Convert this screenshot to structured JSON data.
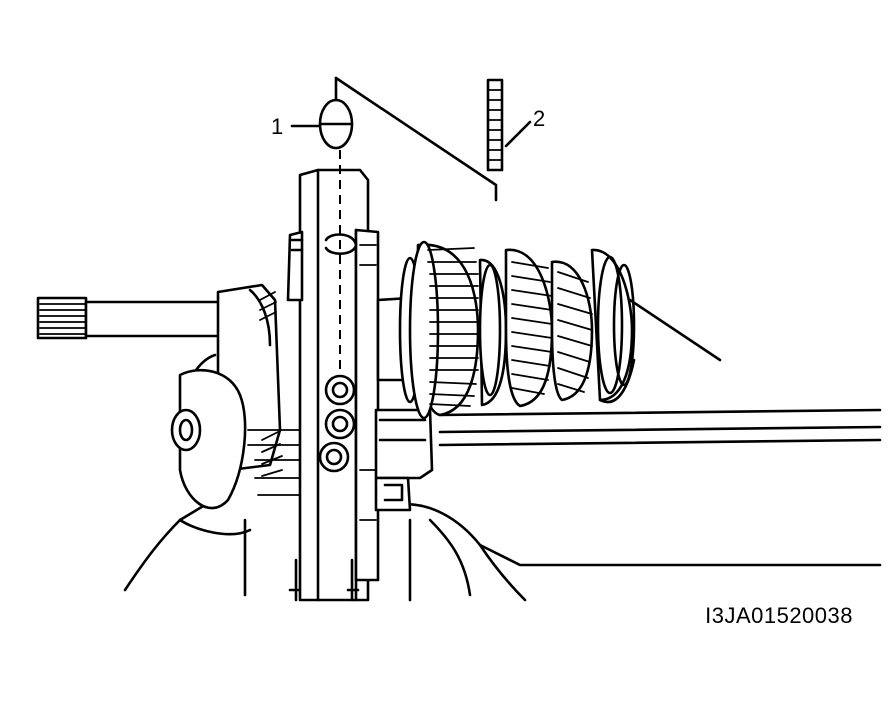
{
  "diagram": {
    "callouts": [
      {
        "id": "1",
        "label": "1"
      },
      {
        "id": "2",
        "label": "2"
      }
    ],
    "figure_code": "I3JA01520038"
  }
}
